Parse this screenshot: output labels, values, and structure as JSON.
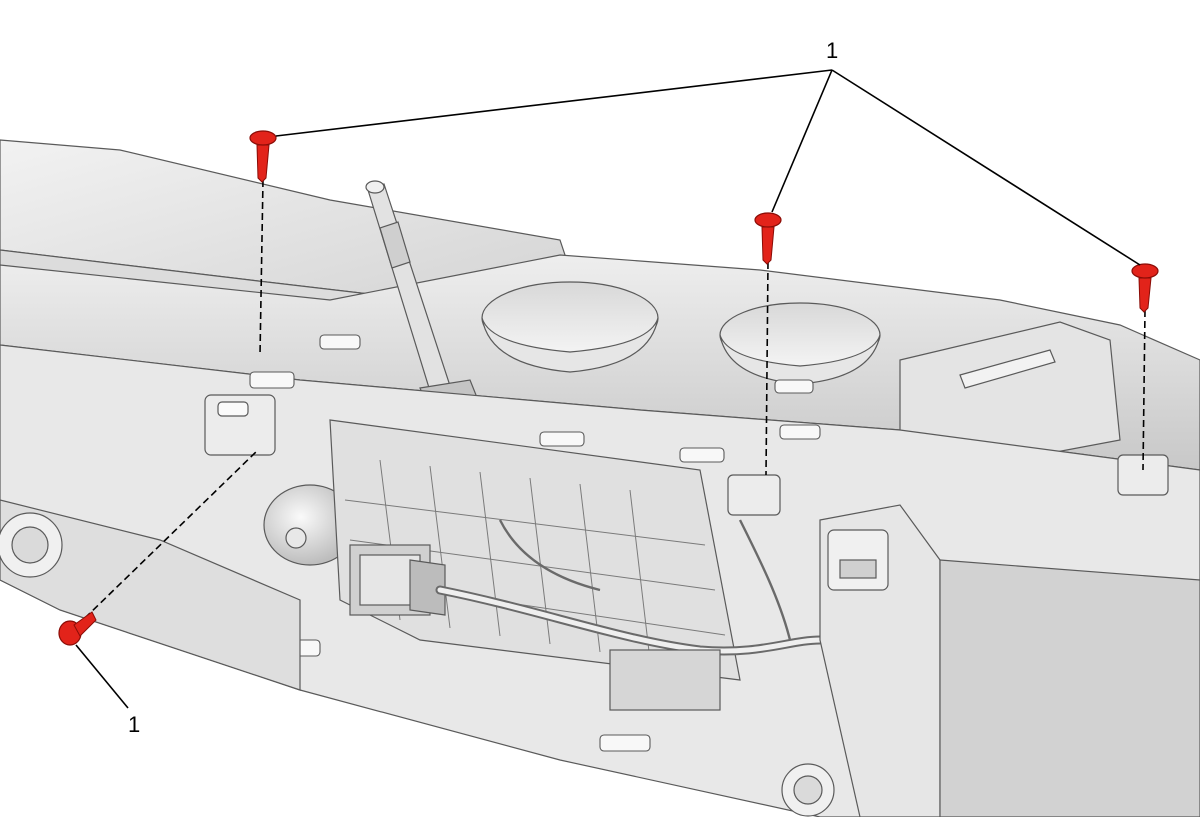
{
  "callouts": [
    {
      "id": "top",
      "label": "1"
    },
    {
      "id": "bottom-left",
      "label": "1"
    }
  ],
  "colors": {
    "fastener": "#e2231a",
    "part_light": "#ececec",
    "part_mid": "#d6d6d6",
    "part_dark": "#b4b4b4",
    "line": "#000000"
  }
}
